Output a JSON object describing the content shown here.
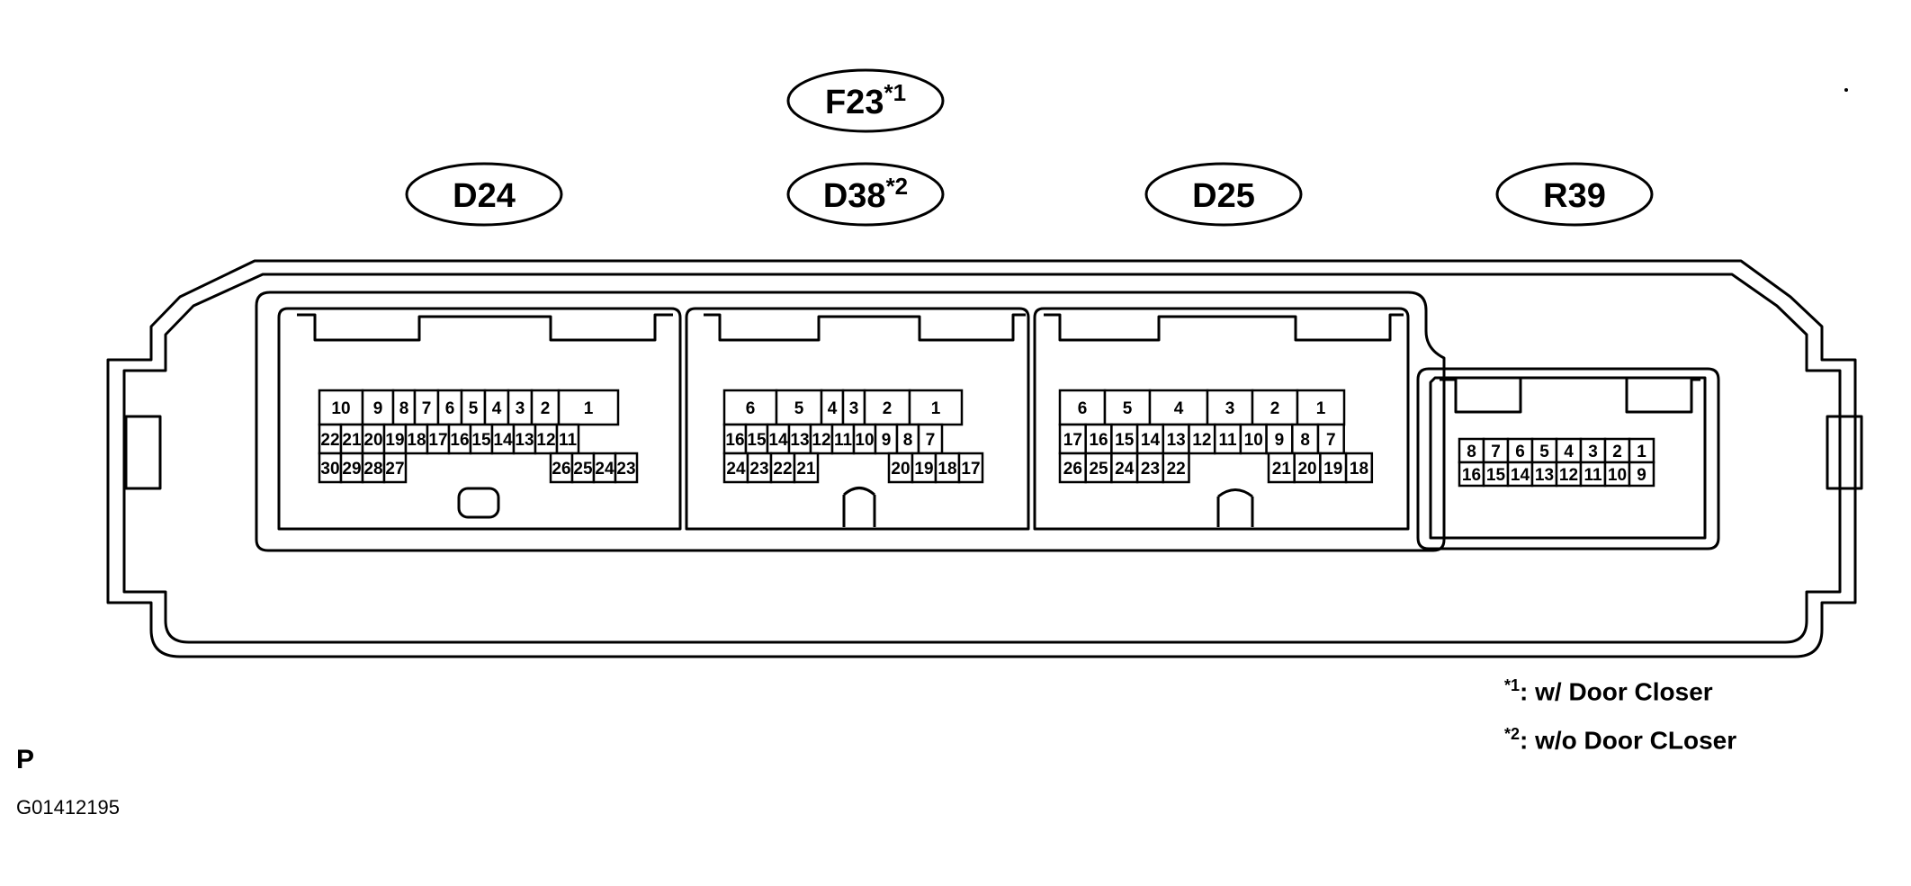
{
  "connectors": [
    {
      "label": "D24",
      "rows": [
        [
          "10",
          "9",
          "8",
          "7",
          "6",
          "5",
          "4",
          "3",
          "2",
          "1"
        ],
        [
          "22",
          "21",
          "20",
          "19",
          "18",
          "17",
          "16",
          "15",
          "14",
          "13",
          "12",
          "11"
        ],
        [
          "30",
          "29",
          "28",
          "27",
          "26",
          "25",
          "24",
          "23"
        ]
      ]
    },
    {
      "label_top": "F23",
      "label_top_sup": "*1",
      "label": "D38",
      "label_sup": "*2",
      "rows": [
        [
          "6",
          "5",
          "4",
          "3",
          "2",
          "1"
        ],
        [
          "16",
          "15",
          "14",
          "13",
          "12",
          "11",
          "10",
          "9",
          "8",
          "7"
        ],
        [
          "24",
          "23",
          "22",
          "21",
          "20",
          "19",
          "18",
          "17"
        ]
      ]
    },
    {
      "label": "D25",
      "rows": [
        [
          "6",
          "5",
          "4",
          "3",
          "2",
          "1"
        ],
        [
          "17",
          "16",
          "15",
          "14",
          "13",
          "12",
          "11",
          "10",
          "9",
          "8",
          "7"
        ],
        [
          "26",
          "25",
          "24",
          "23",
          "22",
          "21",
          "20",
          "19",
          "18"
        ]
      ]
    },
    {
      "label": "R39",
      "rows": [
        [
          "8",
          "7",
          "6",
          "5",
          "4",
          "3",
          "2",
          "1"
        ],
        [
          "16",
          "15",
          "14",
          "13",
          "12",
          "11",
          "10",
          "9"
        ]
      ]
    }
  ],
  "notes": [
    {
      "mark": "*1",
      "text": ": w/ Door Closer"
    },
    {
      "mark": "*2",
      "text": ": w/o Door CLoser"
    }
  ],
  "view_code": "P",
  "figure_id": "G01412195"
}
